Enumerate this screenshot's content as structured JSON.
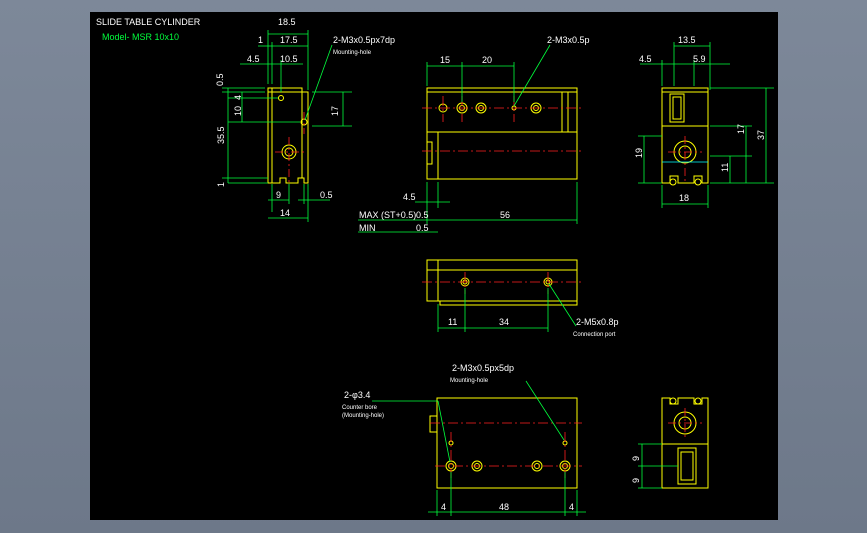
{
  "title_block": {
    "title": "SLIDE TABLE CYLINDER",
    "model": "Model- MSR 10x10"
  },
  "side_view": {
    "dims": [
      "18.5",
      "1",
      "17.5",
      "4.5",
      "10.5",
      "0.5",
      "4",
      "10",
      "35.5",
      "17",
      "1",
      "9",
      "0.5",
      "14"
    ],
    "callout": "2-M3x0.5px7dp",
    "callout_note": "Mounting-hole"
  },
  "top_view": {
    "dims": [
      "15",
      "20",
      "4.5",
      "56"
    ],
    "callout": "2-M3x0.5p",
    "stroke_max": "MAX (ST+0.5)",
    "stroke_max_value": "0.5",
    "stroke_min": "MIN",
    "stroke_min_value": "0.5"
  },
  "end_view": {
    "dims": [
      "13.5",
      "4.5",
      "5.9",
      "17",
      "37",
      "19",
      "11",
      "18"
    ]
  },
  "middle_view": {
    "dims": [
      "11",
      "34"
    ],
    "callout": "2-M5x0.8p",
    "callout_note": "Connection port"
  },
  "bottom_view": {
    "dims": [
      "4",
      "48",
      "4"
    ],
    "callout_right": "2-M3x0.5px5dp",
    "callout_right_note": "Mounting-hole",
    "callout_left": "2-φ3.4",
    "callout_left_note1": "Counter bore",
    "callout_left_note2": "(Mounting-hole)"
  },
  "bottom_end_view": {
    "dims": [
      "9",
      "9"
    ]
  },
  "colors": {
    "outline": "#ffff00",
    "dimension": "#00ff3c",
    "centerline": "#ff2020",
    "hidden": "#00ffff",
    "text": "#ffffff",
    "background": "#000000"
  }
}
